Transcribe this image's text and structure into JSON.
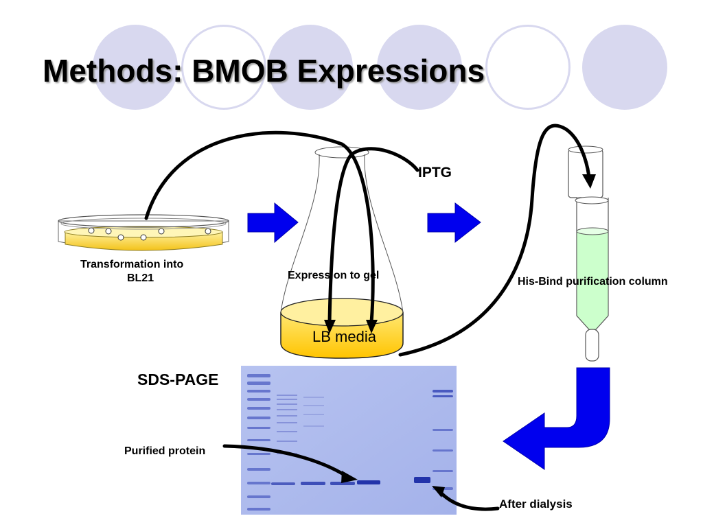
{
  "slide": {
    "title": "Methods:  BMOB Expressions"
  },
  "labels": {
    "transformation_line1": "Transformation into",
    "transformation_line2": "BL21",
    "iptg": "IPTG",
    "expression": "Expression to gel",
    "lb_media": "LB media",
    "his_bind": "His-Bind purification column",
    "sds_page": "SDS-PAGE",
    "purified_protein": "Purified protein",
    "after_dialysis": "After dialysis"
  },
  "colors": {
    "decor": "#d8d8ef",
    "agar_yellow": "#ffd21f",
    "media_yellow": "#ffcc00",
    "flow_arrow_blue": "#0000ee",
    "column_resin": "#ccffcc",
    "gel_background": "#aab8ee",
    "gel_band": "#2233aa",
    "curve_black": "#000000"
  },
  "icons": {
    "petri_dish": "petri-dish-icon",
    "flask": "erlenmeyer-flask-icon",
    "column": "purification-column-icon",
    "gel": "sds-page-gel-image"
  }
}
